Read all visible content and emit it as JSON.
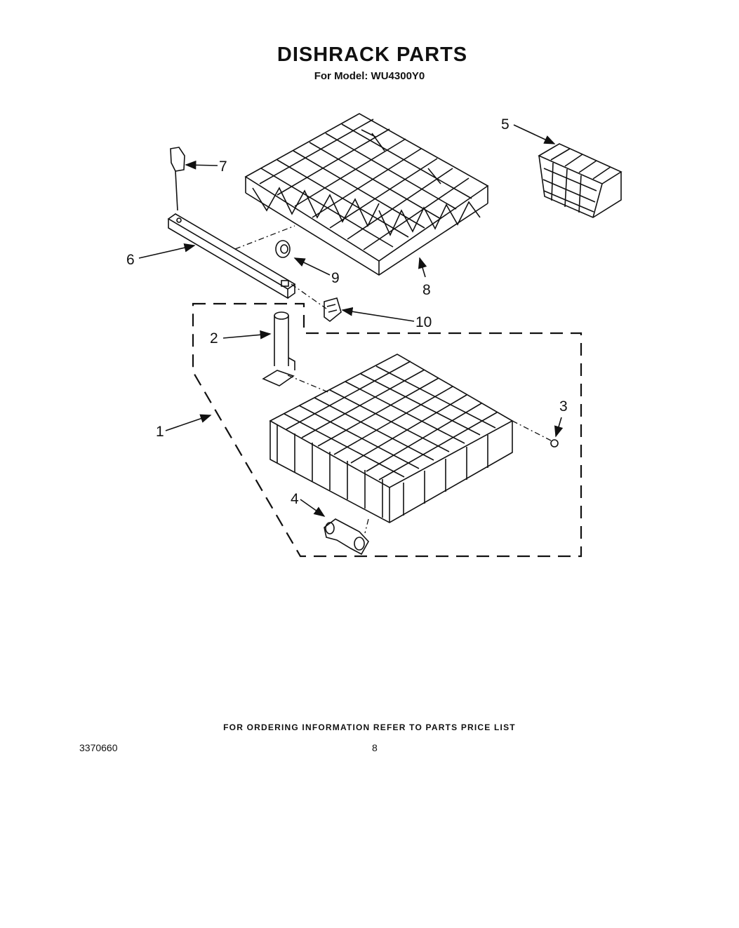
{
  "title": "DISHRACK PARTS",
  "subtitle": "For Model: WU4300Y0",
  "footer": {
    "ordering_note": "FOR ORDERING INFORMATION REFER TO PARTS PRICE LIST",
    "document_number": "3370660",
    "page_number": "8"
  },
  "callouts": [
    "1",
    "2",
    "3",
    "4",
    "5",
    "6",
    "7",
    "8",
    "9",
    "10"
  ],
  "colors": {
    "ink": "#111111",
    "background": "#ffffff"
  }
}
